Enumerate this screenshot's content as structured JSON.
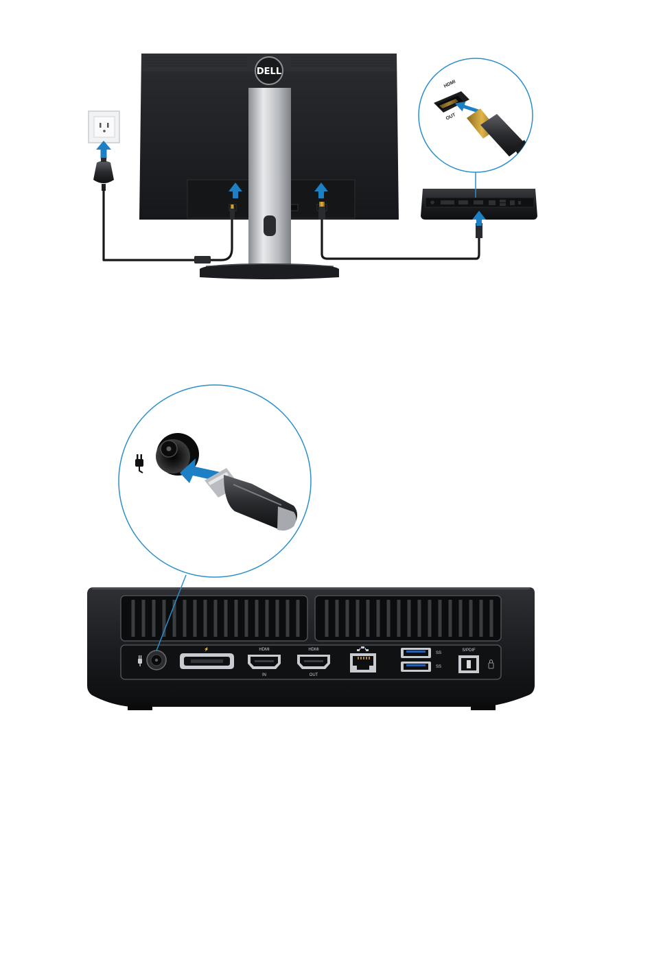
{
  "figure_1": {
    "monitor_brand": "DELL",
    "zoom_port_label_top": "HDMI",
    "zoom_port_label_bottom": "OUT",
    "icons": [
      "wall-outlet-icon",
      "power-plug-icon",
      "up-arrow-icon",
      "hdmi-connector-icon",
      "magnifier-circle-icon"
    ]
  },
  "figure_2": {
    "rear_port_labels": {
      "hdmi_in_top": "HDMI",
      "hdmi_in_bottom": "IN",
      "hdmi_out_top": "HDMI",
      "hdmi_out_bottom": "OUT",
      "usb_top": "SS",
      "usb_bottom": "SS",
      "spdif": "S/PDIF"
    },
    "icons": [
      "power-icon",
      "dc-jack-icon",
      "dock-port-icon",
      "ethernet-icon",
      "usb-icon",
      "optical-icon",
      "lock-icon",
      "magnifier-circle-icon"
    ]
  },
  "colors": {
    "callout_blue": "#2a8fc9",
    "arrow_blue": "#1d7fc4",
    "device_black": "#1b1c1e",
    "stand_silver": "#c9ccd0"
  }
}
